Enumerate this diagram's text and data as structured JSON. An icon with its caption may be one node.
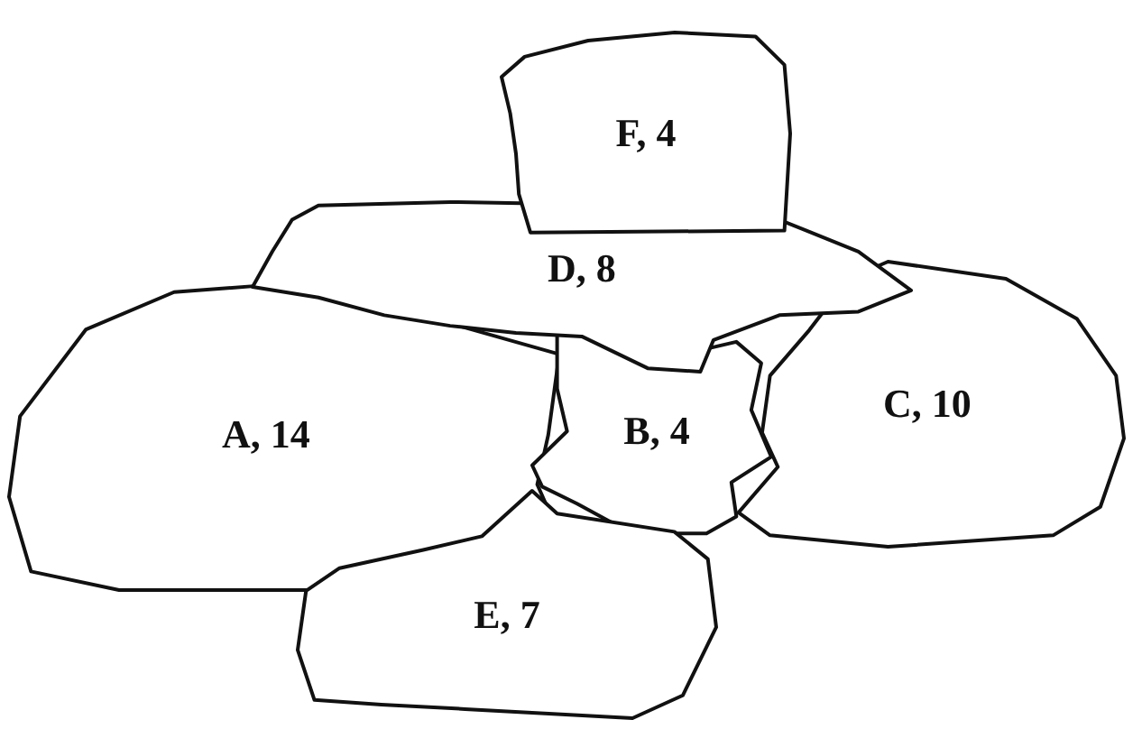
{
  "diagram": {
    "nodes": [
      {
        "text": [
          "F, 4"
        ]
      },
      {
        "text": [
          "D, 8"
        ]
      },
      {
        "text": [
          "A, 14"
        ]
      },
      {
        "text": [
          "B, 4"
        ]
      },
      {
        "text": [
          "C, 10"
        ]
      },
      {
        "text": [
          "E, 7"
        ]
      }
    ]
  }
}
